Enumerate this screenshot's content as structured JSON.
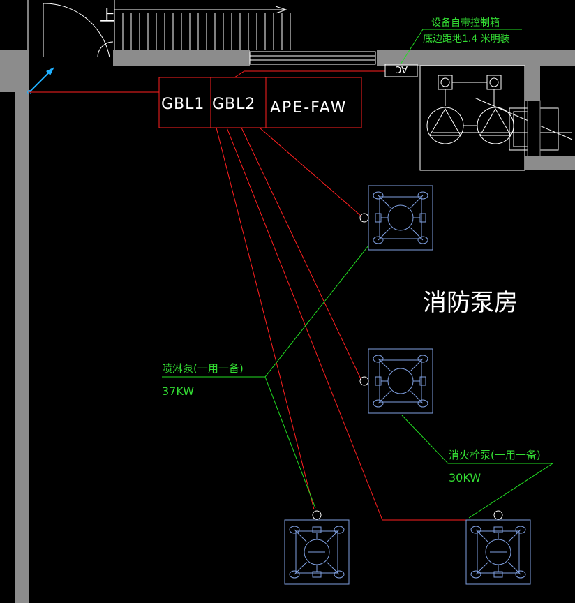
{
  "colors": {
    "background": "#000000",
    "wall": "#8c8c8c",
    "circuit_line": "#ff2020",
    "leader_line": "#22dd22",
    "pump_symbol": "#7f9fdf",
    "text_white": "#ffffff",
    "text_green": "#33dd33"
  },
  "stair": {
    "up_label": "上"
  },
  "panels": [
    {
      "label": "GBL1"
    },
    {
      "label": "GBL2"
    },
    {
      "label": "APE-FAW"
    }
  ],
  "control_box": {
    "tag": "AC",
    "note_line1": "设备自带控制箱",
    "note_line2": "底边距地1.4 米明装"
  },
  "room_name": "消防泵房",
  "pump_groups": [
    {
      "label": "喷淋泵(一用一备)",
      "power": "37KW"
    },
    {
      "label": "消火栓泵(一用一备)",
      "power": "30KW"
    }
  ]
}
